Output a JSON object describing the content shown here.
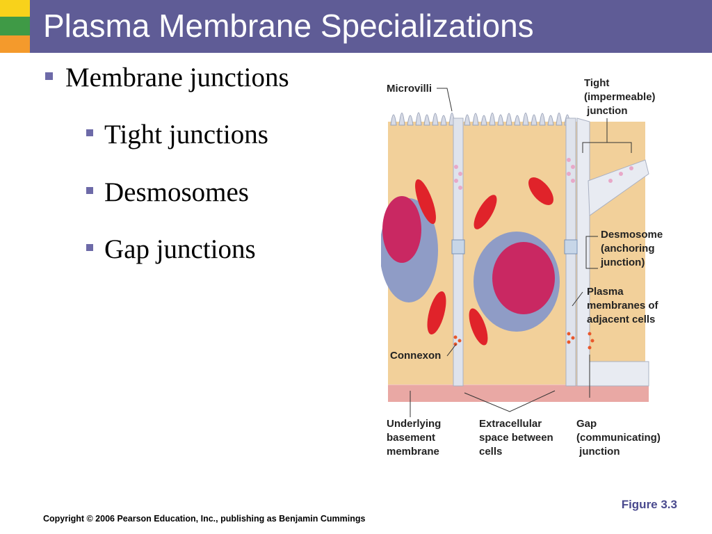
{
  "header": {
    "title": "Plasma Membrane Specializations",
    "accent_colors": [
      "#f8d21b",
      "#3f9a46",
      "#f49a2c"
    ],
    "bar_color": "#5f5c96"
  },
  "bullets": {
    "main": "Membrane junctions",
    "sub": [
      "Tight junctions",
      "Desmosomes",
      "Gap junctions"
    ]
  },
  "figure": {
    "labels": {
      "microvilli": "Microvilli",
      "tight": "Tight\n(impermeable)\n junction",
      "desmosome": "Desmosome\n(anchoring\njunction)",
      "plasma": "Plasma\nmembranes of\nadjacent cells",
      "connexon": "Connexon",
      "basement": "Underlying\nbasement\nmembrane",
      "extracellular": "Extracellular\nspace between\ncells",
      "gap": "Gap\n(communicating)\n junction"
    },
    "caption": "Figure 3.3"
  },
  "footer": {
    "copyright": "Copyright © 2006 Pearson Education, Inc., publishing as Benjamin Cummings"
  }
}
